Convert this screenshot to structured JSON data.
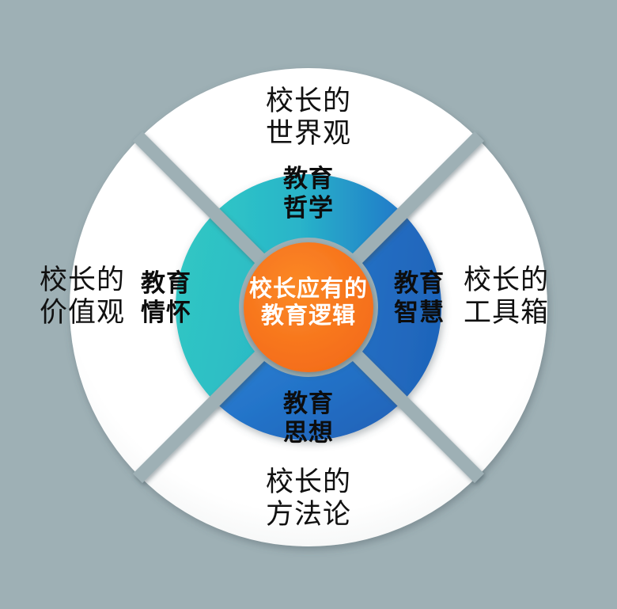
{
  "figure": {
    "type": "concentric-circle-diagram",
    "background_color": "#9eb0b5",
    "center_color": "#f4701f",
    "ring_colors": [
      "#2ec4c6",
      "#2573c7"
    ],
    "outer_ring_color": "#ffffff",
    "spoke_color": "#9eb0b5"
  },
  "core": {
    "line1": "校长应有的",
    "line2": "教育逻辑"
  },
  "inner_ring": {
    "top": {
      "line1": "教育",
      "line2": "哲学"
    },
    "left": {
      "line1": "教育",
      "line2": "情怀"
    },
    "right": {
      "line1": "教育",
      "line2": "智慧"
    },
    "bottom": {
      "line1": "教育",
      "line2": "思想"
    }
  },
  "outer_ring": {
    "top": {
      "line1": "校长的",
      "line2": "世界观"
    },
    "left": {
      "line1": "校长的",
      "line2": "价值观"
    },
    "right": {
      "line1": "校长的",
      "line2": "工具箱"
    },
    "bottom": {
      "line1": "校长的",
      "line2": "方法论"
    }
  }
}
